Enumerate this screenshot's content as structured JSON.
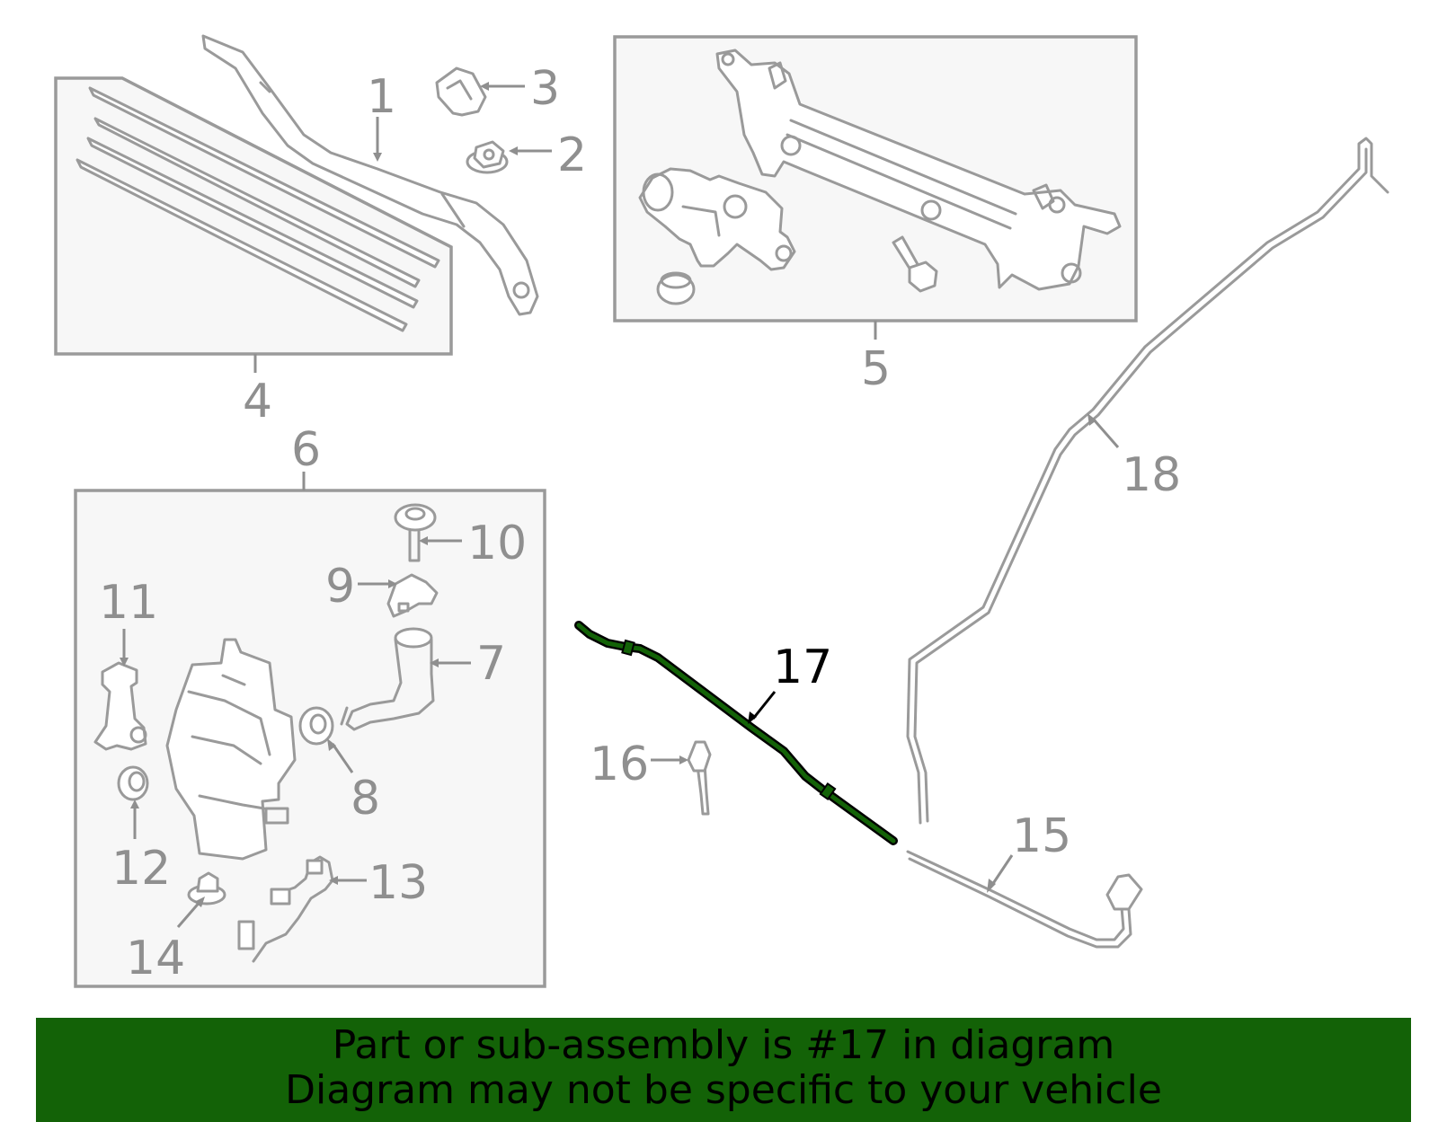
{
  "colors": {
    "part_gray": "#9a9a9a",
    "label_gray": "#8f8f8f",
    "highlight_line": "#136207",
    "highlight_label": "#000000",
    "banner_bg": "#136207",
    "box_fill": "#f7f7f7"
  },
  "callouts": {
    "c1": "1",
    "c2": "2",
    "c3": "3",
    "c4": "4",
    "c5": "5",
    "c6": "6",
    "c7": "7",
    "c8": "8",
    "c9": "9",
    "c10": "10",
    "c11": "11",
    "c12": "12",
    "c13": "13",
    "c14": "14",
    "c15": "15",
    "c16": "16",
    "c17": "17",
    "c18": "18"
  },
  "highlighted_part": "17",
  "banner": {
    "line1": "Part or sub-assembly is #17 in diagram",
    "line2": "Diagram may not be specific to your vehicle"
  }
}
